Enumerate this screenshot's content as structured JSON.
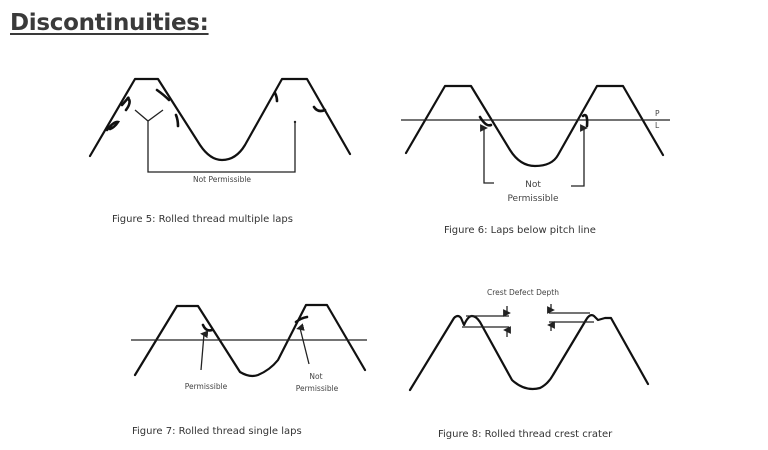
{
  "page": {
    "title": "Discontinuities:"
  },
  "figures": [
    {
      "id": "figure-5",
      "caption": "Figure 5: Rolled thread multiple laps",
      "labels": [
        "Not Permissible"
      ]
    },
    {
      "id": "figure-6",
      "caption": "Figure 6: Laps below pitch line",
      "labels": [
        "Not",
        "Permissible"
      ],
      "pitch_line_label": [
        "P",
        "L"
      ]
    },
    {
      "id": "figure-7",
      "caption": "Figure 7: Rolled thread single laps",
      "labels": [
        "Permissible",
        "Not",
        "Permissible"
      ]
    },
    {
      "id": "figure-8",
      "caption": "Figure 8: Rolled thread crest crater",
      "labels": [
        "Crest Defect Depth"
      ]
    }
  ]
}
